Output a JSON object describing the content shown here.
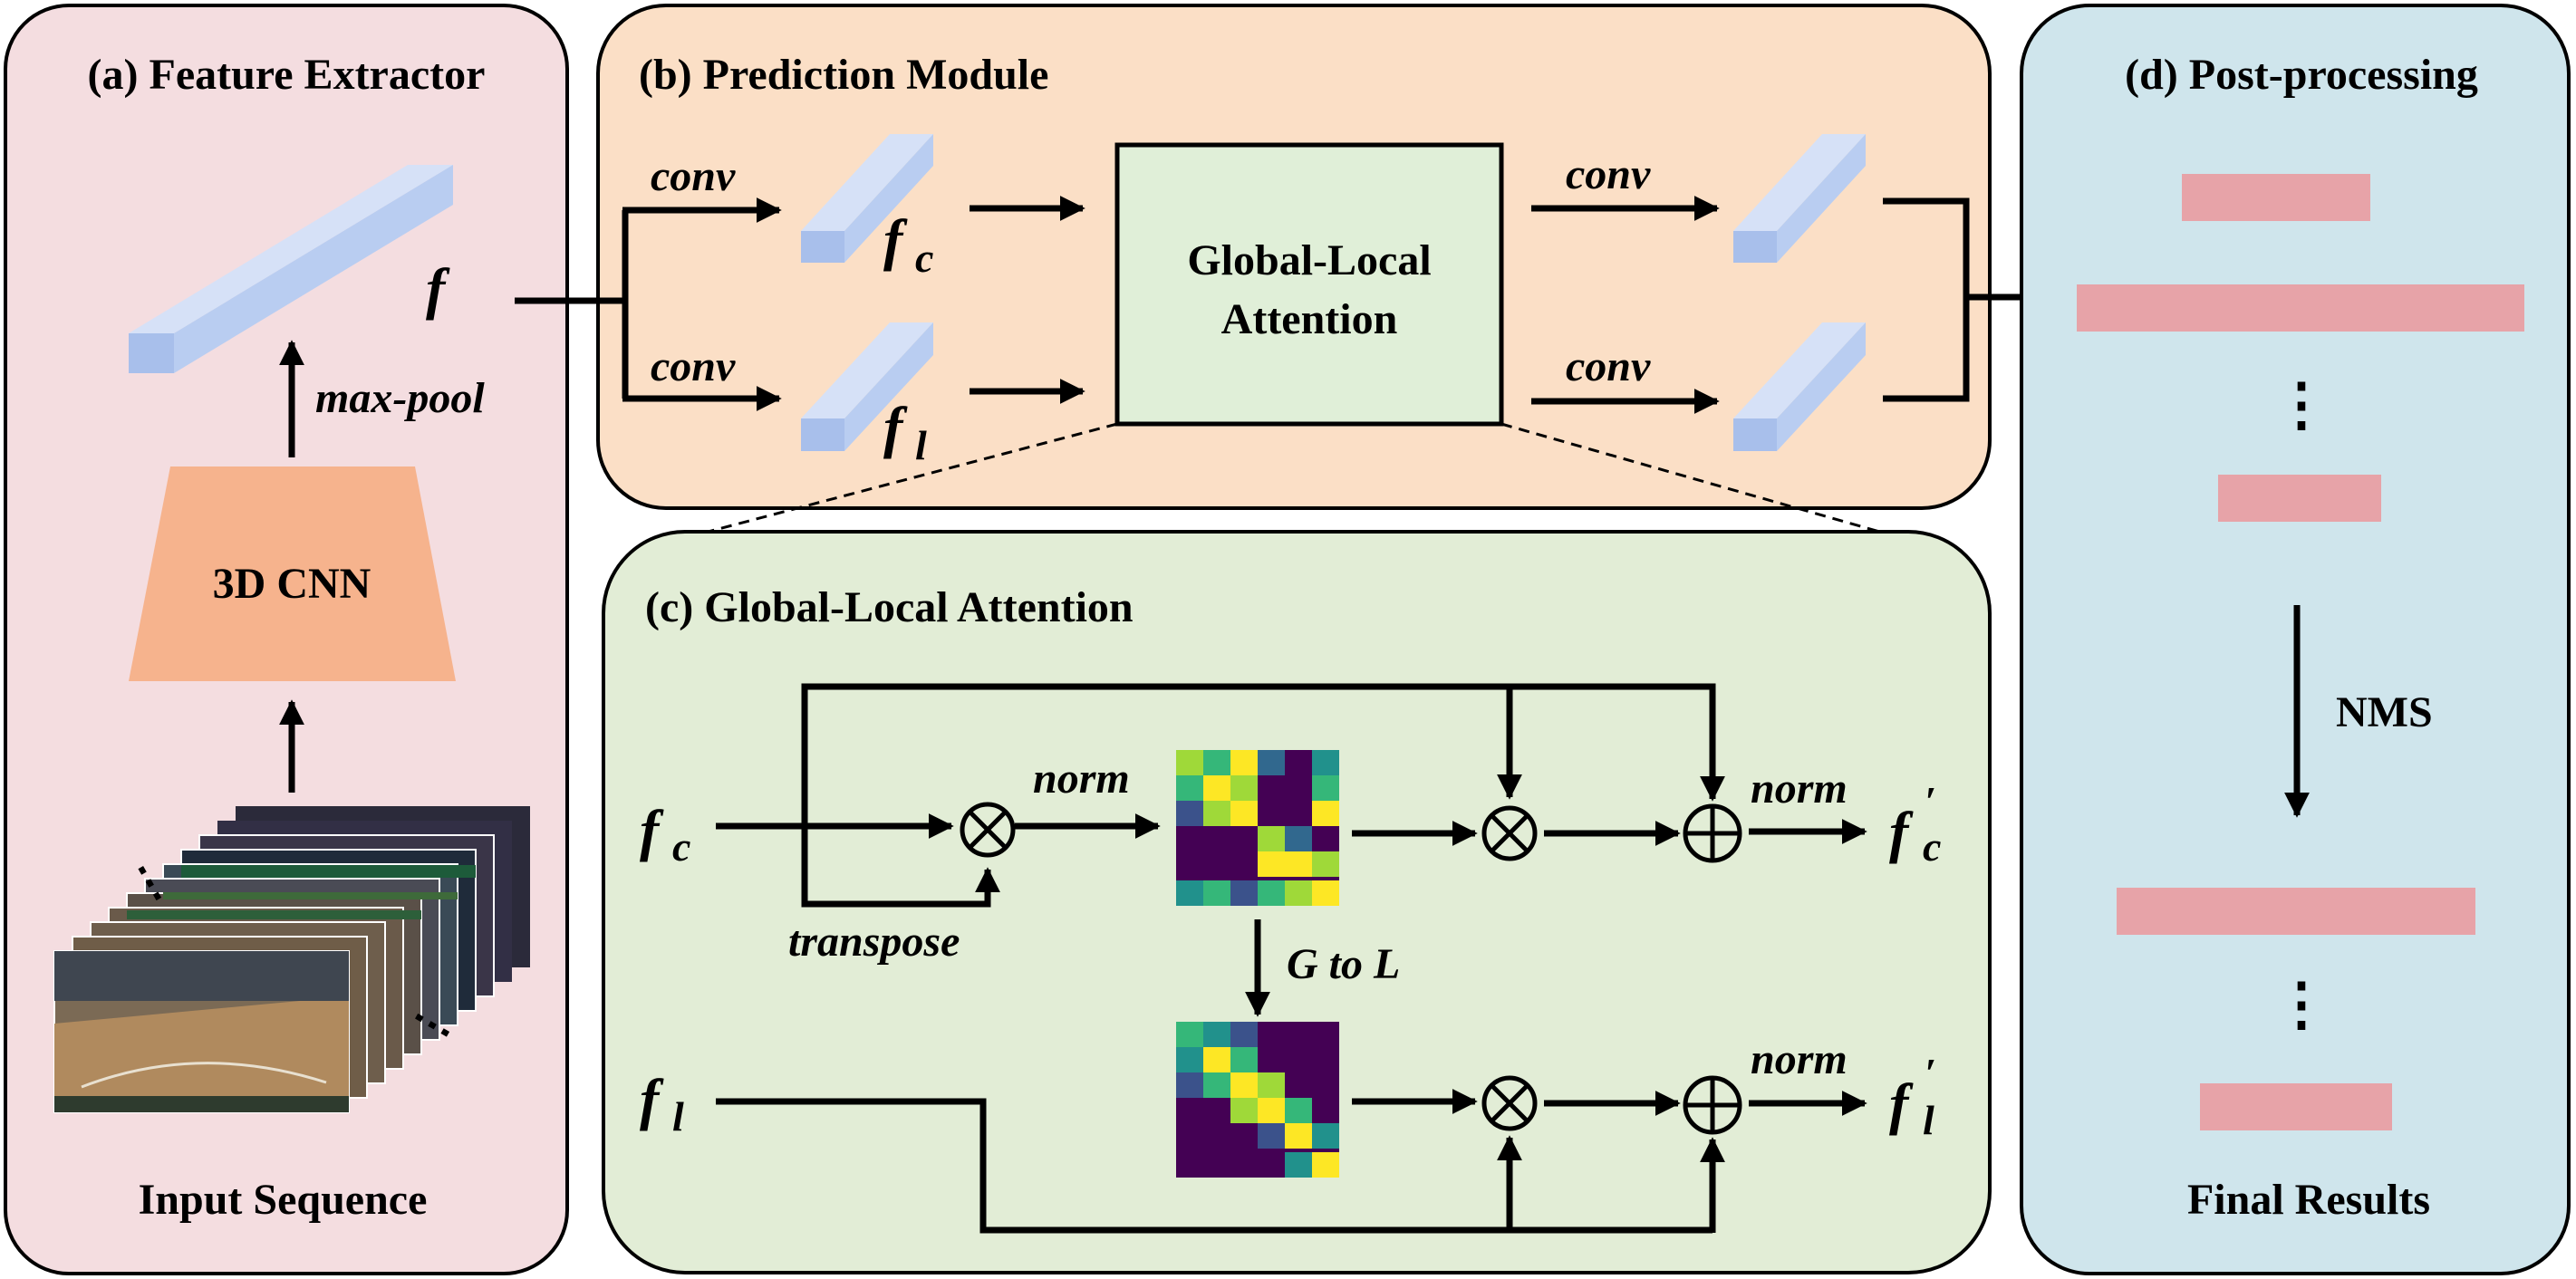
{
  "colors": {
    "panel_a": "#f4dde0",
    "panel_b": "#fbdfc6",
    "panel_c": "#e2edd6",
    "panel_d": "#cfe5ec",
    "feature_bar": "#b9cdf1",
    "feature_bar_dark": "#8ea9dd",
    "result_bar": "#e7a3a8",
    "cnn": "#f6b38d",
    "attention_box": "#e0efd8"
  },
  "panel_a": {
    "title": "(a) Feature Extractor",
    "feature_label": "f",
    "pool_label": "max-pool",
    "cnn_label": "3D CNN",
    "input_label": "Input Sequence"
  },
  "panel_b": {
    "title": "(b) Prediction Module",
    "conv_labels": [
      "conv",
      "conv",
      "conv",
      "conv"
    ],
    "fc": "f",
    "fc_sub": "c",
    "fl": "f",
    "fl_sub": "l",
    "attention_line1": "Global-Local",
    "attention_line2": "Attention"
  },
  "panel_c": {
    "title": "(c) Global-Local Attention",
    "fc": "f",
    "fc_sub": "c",
    "fl": "f",
    "fl_sub": "l",
    "transpose_label": "transpose",
    "norm_labels": [
      "norm",
      "norm",
      "norm"
    ],
    "g_to_l_label": "G to L",
    "out_c": "f",
    "out_c_sub": "c",
    "out_l": "f",
    "out_l_sub": "l",
    "prime": "′",
    "multiply_symbol": "⊗",
    "add_symbol": "⊕"
  },
  "panel_d": {
    "title": "(d) Post-processing",
    "nms_label": "NMS",
    "final_label": "Final Results",
    "ellipsis": "⋮"
  }
}
